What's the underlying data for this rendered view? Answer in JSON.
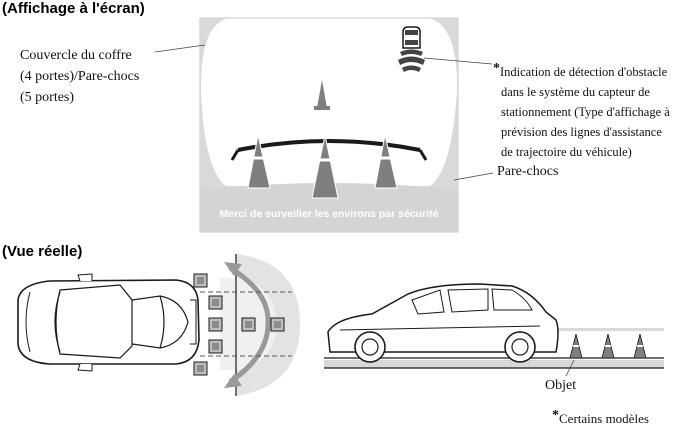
{
  "section_screen": {
    "heading": "(Affichage à l'écran)",
    "screen_message": "Merci de surveiller les environs par sécurité"
  },
  "section_real": {
    "heading": "(Vue réelle)"
  },
  "labels": {
    "trunk_lid_line1": "Couvercle du coffre",
    "trunk_lid_line2": "(4 portes)/Pare-chocs",
    "trunk_lid_line3": "(5 portes)",
    "bumper": "Pare-chocs",
    "obstacle_indicator_star": "*",
    "obstacle_indicator_line1": "Indication de détection d'obstacle",
    "obstacle_indicator_line2": "dans le système du capteur de",
    "obstacle_indicator_line3": "stationnement (Type d'affichage à",
    "obstacle_indicator_line4": "prévision des lignes d'assistance",
    "obstacle_indicator_line5": "de trajectoire du véhicule)",
    "object": "Objet",
    "footnote_star": "*",
    "footnote": "Certains modèles"
  },
  "colors": {
    "screen_background": "#d9d9d9",
    "cone": "#7f7f7f",
    "guide_line_light": "#ffffff",
    "guide_line_dark": "#1a1a1a",
    "sensor": "#8c8c8c"
  }
}
